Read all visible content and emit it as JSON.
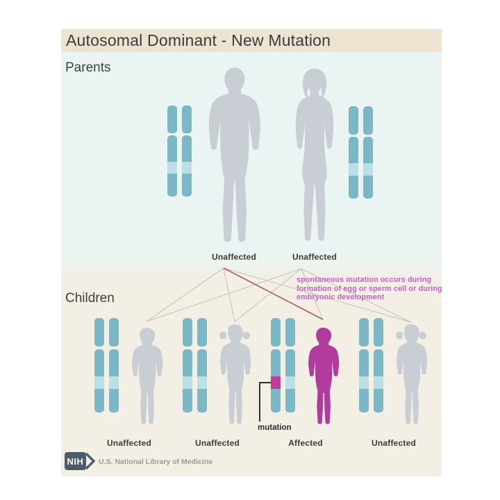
{
  "title": "Autosomal Dominant - New Mutation",
  "sections": {
    "parents": {
      "label": "Parents",
      "individuals": [
        {
          "sex": "male",
          "status": "Unaffected"
        },
        {
          "sex": "female",
          "status": "Unaffected"
        }
      ]
    },
    "children": {
      "label": "Children",
      "individuals": [
        {
          "sex": "male",
          "status": "Unaffected"
        },
        {
          "sex": "female",
          "status": "Unaffected"
        },
        {
          "sex": "male",
          "status": "Affected",
          "mutation_label": "mutation"
        },
        {
          "sex": "female",
          "status": "Unaffected"
        }
      ]
    }
  },
  "annotation": {
    "lines": [
      "spontaneous mutation occurs during",
      "formation of egg or sperm cell or during",
      "embryonic development"
    ]
  },
  "footer": {
    "logo_text": "NIH",
    "org": "U.S. National Library of Medicine"
  },
  "colors": {
    "title_bar_bg": "#ece3d1",
    "parents_bg": "#eaf5f3",
    "children_bg": "#f3efe4",
    "silhouette_gray": "#c8ced3",
    "affected_magenta": "#b23c9e",
    "chromosome_teal": "#7cb7c5",
    "chromosome_band": "#bcdfe5",
    "mutation_band": "#bf3d97",
    "annotation_pink": "#c75fc2",
    "line_gray": "#c9c2b9",
    "mutation_line_maroon": "#a85a6e",
    "nih_blue": "#4d5c6b"
  }
}
